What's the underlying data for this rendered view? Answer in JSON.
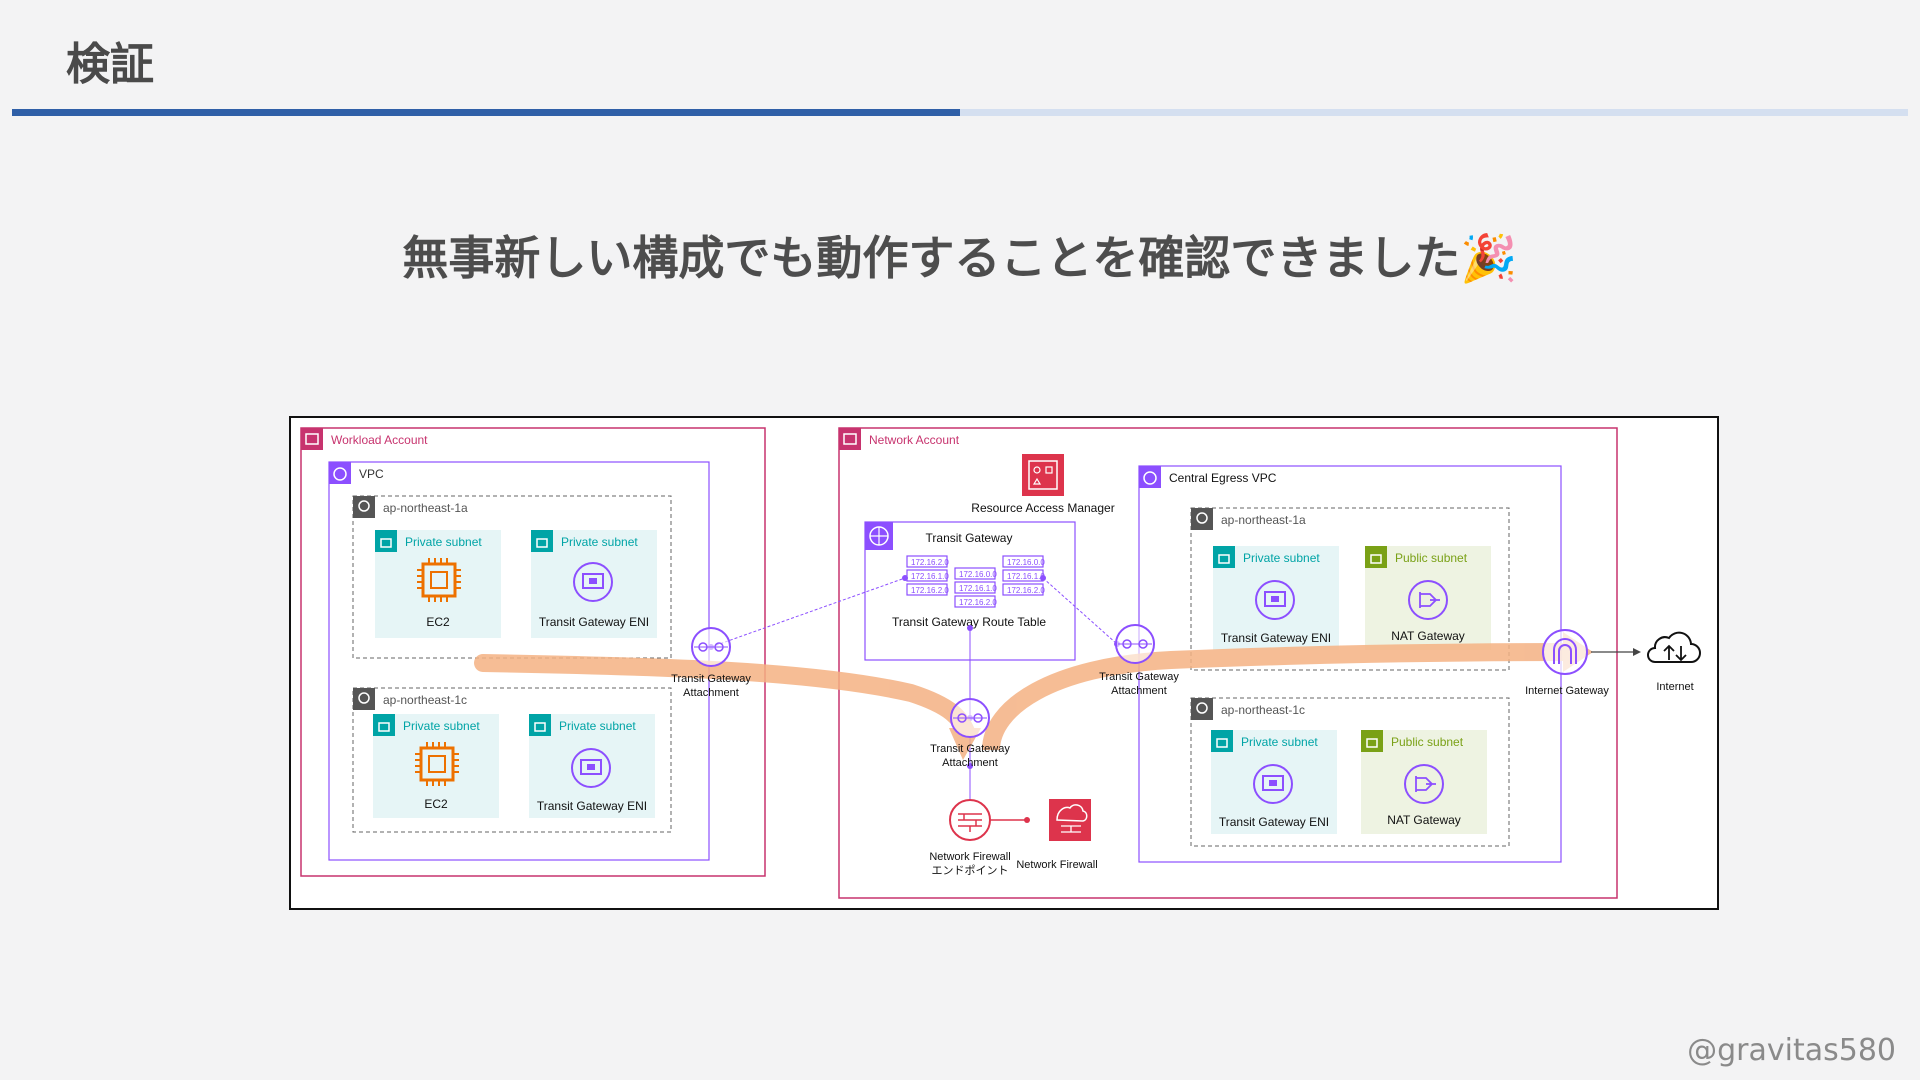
{
  "header": {
    "title": "検証"
  },
  "headline": {
    "text": "無事新しい構成でも動作することを確認できました",
    "emoji": "🎉"
  },
  "diagram": {
    "workload_account": "Workload Account",
    "vpc": "VPC",
    "az_1a": "ap-northeast-1a",
    "az_1c": "ap-northeast-1c",
    "private_subnet": "Private subnet",
    "public_subnet": "Public subnet",
    "ec2": "EC2",
    "tgw_eni": "Transit Gateway ENI",
    "tgw_attachment_line1": "Transit Gateway",
    "tgw_attachment_line2": "Attachment",
    "network_account": "Network Account",
    "ram": "Resource Access Manager",
    "transit_gateway": "Transit Gateway",
    "tgw_route_table": "Transit Gateway Route Table",
    "route_entries": [
      "172.16.2.0",
      "172.16.1.0",
      "172.16.2.0",
      "172.16.0.0",
      "172.16.1.0",
      "172.16.2.0",
      "172.16.0.0",
      "172.16.1.0",
      "172.16.2.0"
    ],
    "nfw_endpoint_line1": "Network Firewall",
    "nfw_endpoint_line2": "エンドポイント",
    "network_firewall": "Network Firewall",
    "central_egress_vpc": "Central Egress VPC",
    "nat_gateway": "NAT Gateway",
    "internet_gateway": "Internet Gateway",
    "internet": "Internet"
  },
  "footer": {
    "handle": "@gravitas580"
  },
  "colors": {
    "title_rule": "#2f5fa7",
    "account": "#c7336e",
    "vpc": "#8c4fff",
    "private_subnet": "#00a4a6",
    "public_subnet": "#7aa116",
    "ec2": "#ed7100",
    "tgw": "#8c4fff",
    "firewall": "#dd344c",
    "flow_arrow": "#f4b183"
  }
}
